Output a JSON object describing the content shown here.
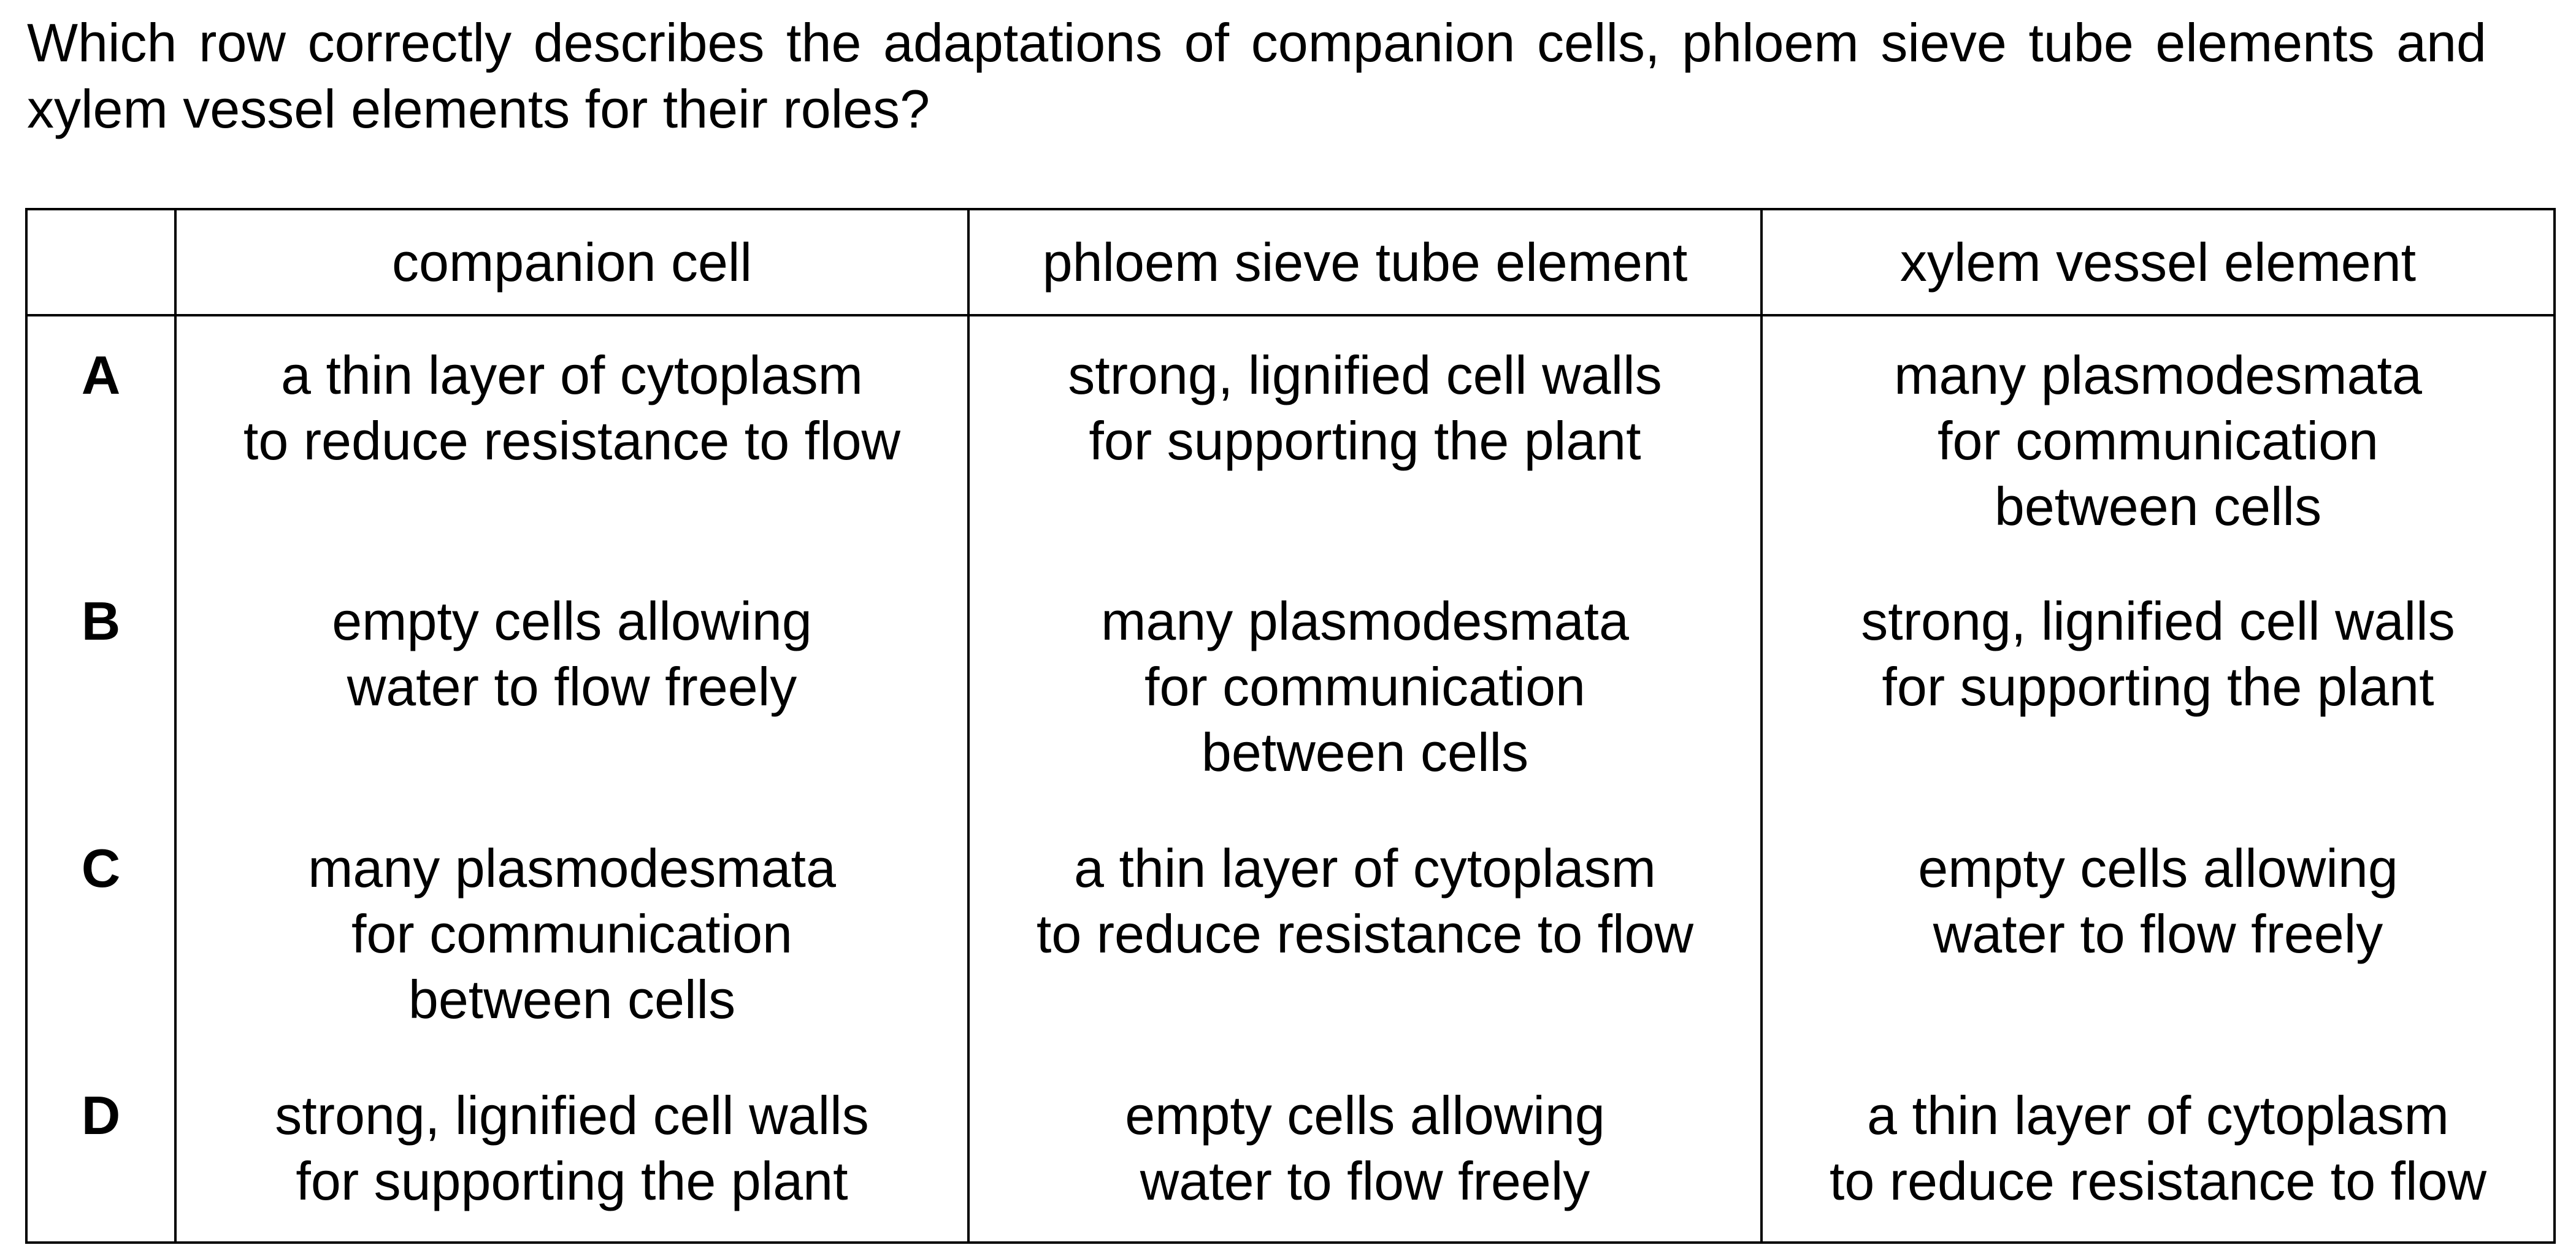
{
  "question": "Which row correctly describes the adaptations of companion cells, phloem sieve tube elements and xylem vessel elements for their roles?",
  "table": {
    "headers": [
      "",
      "companion cell",
      "phloem sieve tube element",
      "xylem vessel element"
    ],
    "rows": [
      {
        "letter": "A",
        "cells": [
          "a thin layer of cytoplasm\nto reduce resistance to flow",
          "strong, lignified cell walls\nfor supporting the plant",
          "many plasmodesmata\nfor communication\nbetween cells"
        ]
      },
      {
        "letter": "B",
        "cells": [
          "empty cells allowing\nwater to flow freely",
          "many plasmodesmata\nfor communication\nbetween cells",
          "strong, lignified cell walls\nfor supporting the plant"
        ]
      },
      {
        "letter": "C",
        "cells": [
          "many plasmodesmata\nfor communication\nbetween cells",
          "a thin layer of cytoplasm\nto reduce resistance to flow",
          "empty cells allowing\nwater to flow freely"
        ]
      },
      {
        "letter": "D",
        "cells": [
          "strong, lignified cell walls\nfor supporting the plant",
          "empty cells allowing\nwater to flow freely",
          "a thin layer of cytoplasm\nto reduce resistance to flow"
        ]
      }
    ]
  }
}
